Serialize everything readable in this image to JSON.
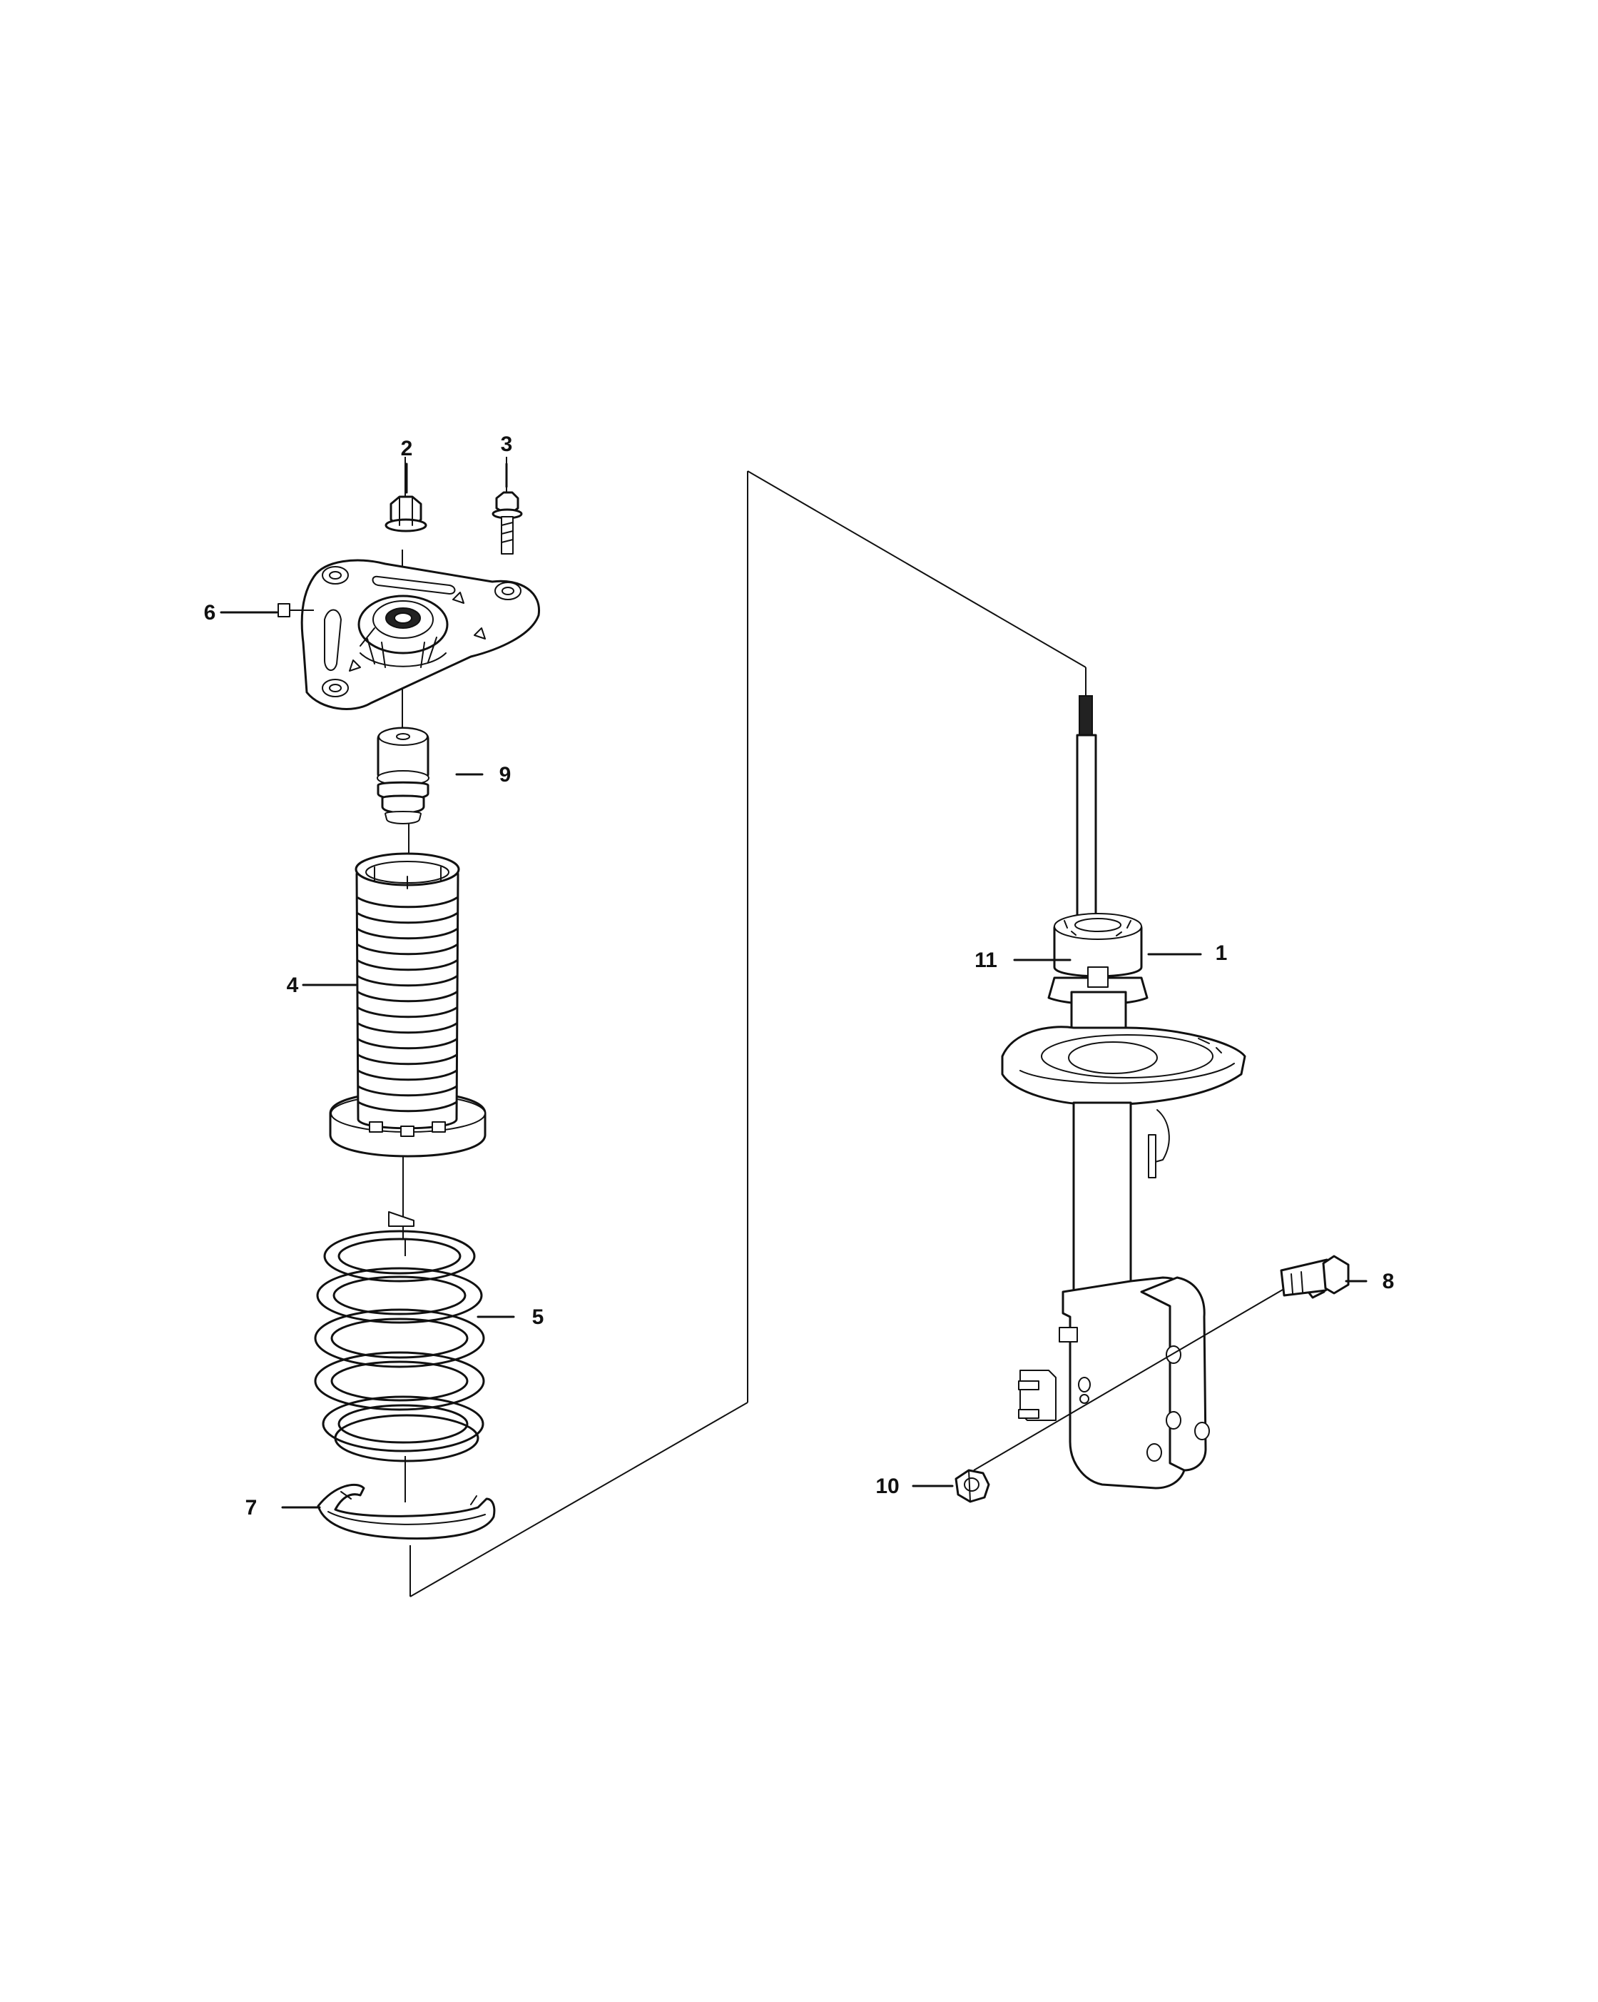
{
  "callouts": [
    {
      "id": "1",
      "label": "1",
      "part": "strut-assembly"
    },
    {
      "id": "2",
      "label": "2",
      "part": "flange-nut"
    },
    {
      "id": "3",
      "label": "3",
      "part": "mount-bolt"
    },
    {
      "id": "4",
      "label": "4",
      "part": "dust-boot"
    },
    {
      "id": "5",
      "label": "5",
      "part": "coil-spring"
    },
    {
      "id": "6",
      "label": "6",
      "part": "upper-mount"
    },
    {
      "id": "7",
      "label": "7",
      "part": "lower-spring-isolator"
    },
    {
      "id": "8",
      "label": "8",
      "part": "knuckle-bolt"
    },
    {
      "id": "9",
      "label": "9",
      "part": "jounce-bumper"
    },
    {
      "id": "10",
      "label": "10",
      "part": "hex-nut"
    },
    {
      "id": "11",
      "label": "11",
      "part": "upper-spring-seat"
    }
  ]
}
